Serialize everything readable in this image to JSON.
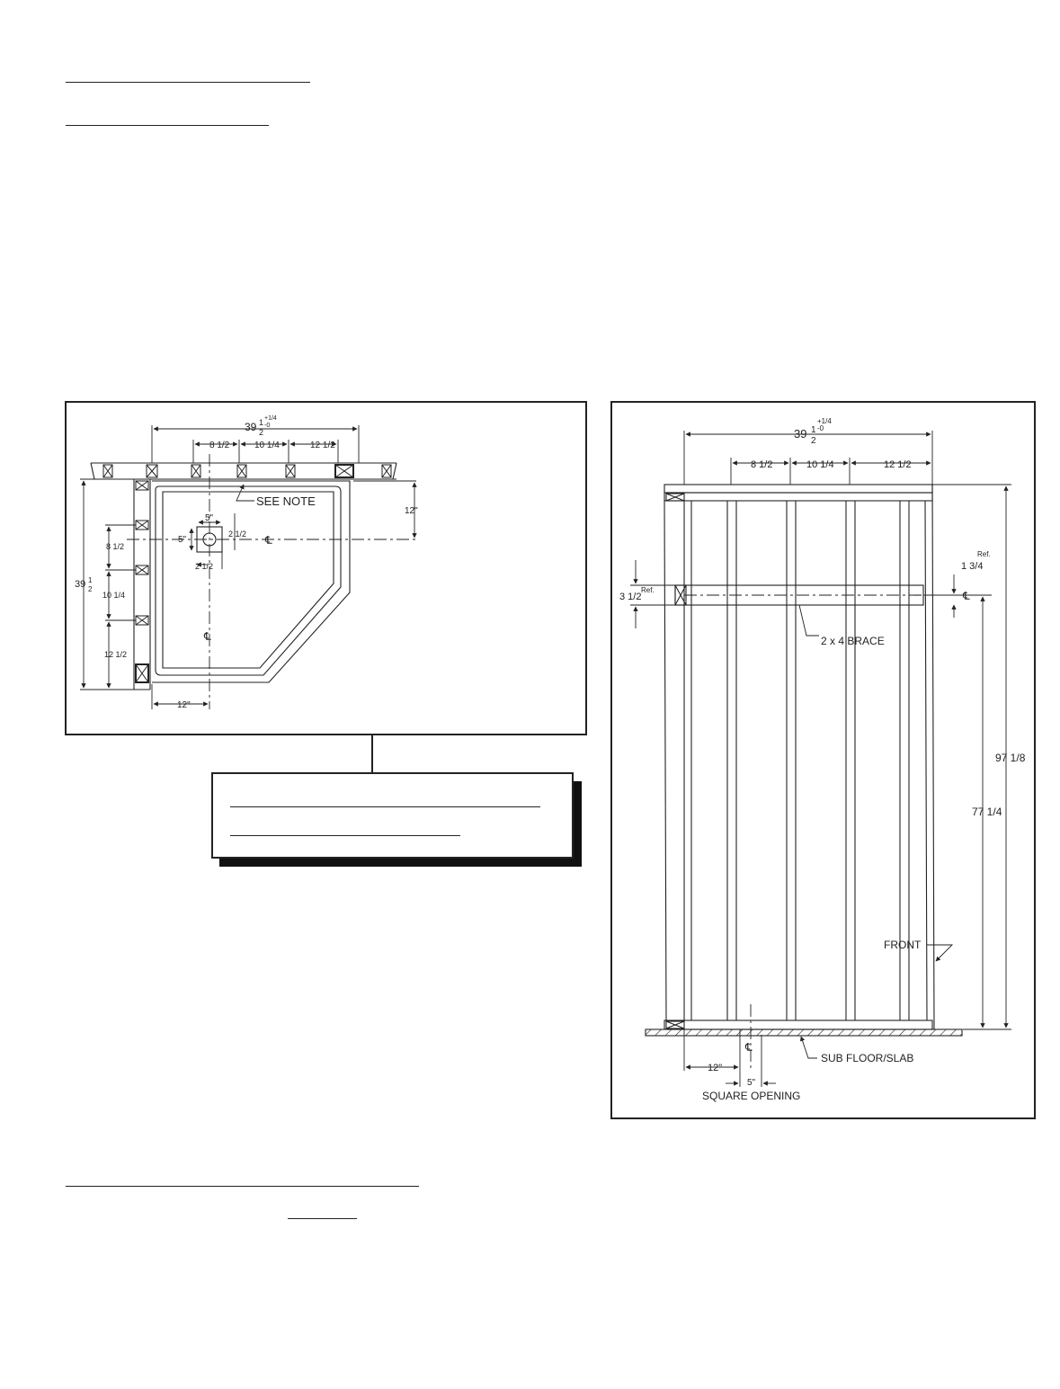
{
  "plan_view": {
    "width_dim": "39",
    "width_frac_num": "1",
    "width_frac_den": "2",
    "width_tol_plus": "+1/4",
    "width_tol_minus": "-0",
    "stud_dim_1": "8 1/2",
    "stud_dim_2": "10 1/4",
    "stud_dim_3": "12 1/2",
    "see_note": "SEE NOTE",
    "offset_top": "12\"",
    "drain_size": "5\"",
    "drain_height": "5\"",
    "drain_offset_x": "2 1/2",
    "drain_offset_y": "2 1/2",
    "centerline": "℄",
    "depth_dim": "39",
    "depth_frac_num": "1",
    "depth_frac_den": "2",
    "left_dim_1": "8 1/2",
    "left_dim_2": "10 1/4",
    "left_dim_3": "12 1/2",
    "offset_bottom": "12\""
  },
  "elevation_view": {
    "width_dim": "39",
    "width_frac_num": "1",
    "width_frac_den": "2",
    "width_tol_plus": "+1/4",
    "width_tol_minus": "-0",
    "stud_dim_1": "8 1/2",
    "stud_dim_2": "10 1/4",
    "stud_dim_3": "12 1/2",
    "brace_height": "3 1/2",
    "ref": "Ref.",
    "brace_offset": "1 3/4",
    "brace_label": "2 x 4 BRACE",
    "centerline": "℄",
    "total_height": "97 1/8",
    "brace_center_height": "77 1/4",
    "front_label": "FRONT",
    "floor_label": "SUB FLOOR/SLAB",
    "offset_left": "12\"",
    "opening_size": "5\"",
    "opening_label": "SQUARE OPENING"
  }
}
